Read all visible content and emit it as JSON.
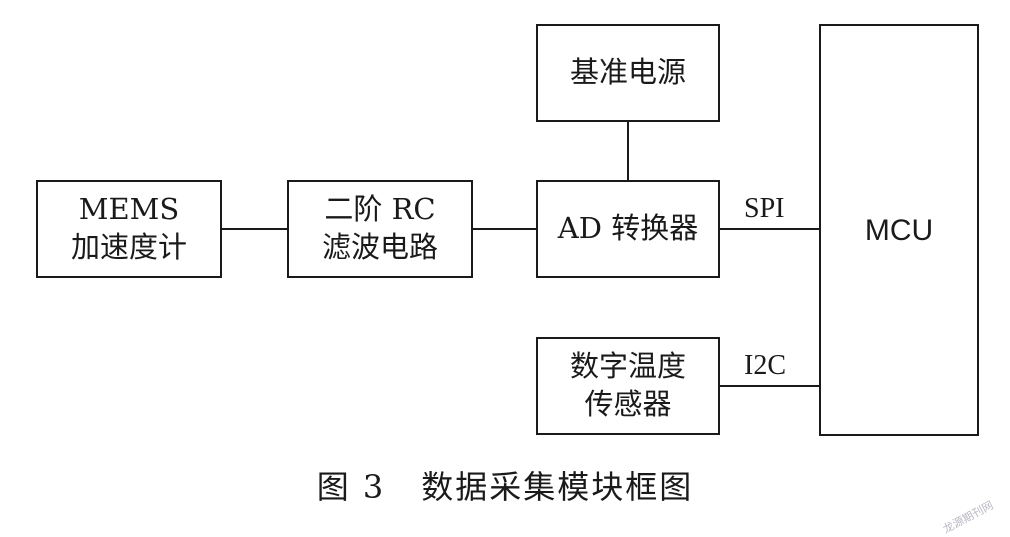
{
  "blocks": {
    "mems": {
      "line1": "MEMS",
      "line2": "加速度计"
    },
    "rc_filter": {
      "line1": "二阶 RC",
      "line2": "滤波电路"
    },
    "adc": {
      "label": "AD 转换器"
    },
    "voltage_ref": {
      "label": "基准电源"
    },
    "temp_sensor": {
      "line1": "数字温度",
      "line2": "传感器"
    },
    "mcu": {
      "label": "MCU"
    }
  },
  "connections": {
    "spi_label": "SPI",
    "i2c_label": "I2C"
  },
  "caption": {
    "figure_number": "图 3",
    "title": "数据采集模块框图"
  },
  "watermark": "龙源期刊网"
}
